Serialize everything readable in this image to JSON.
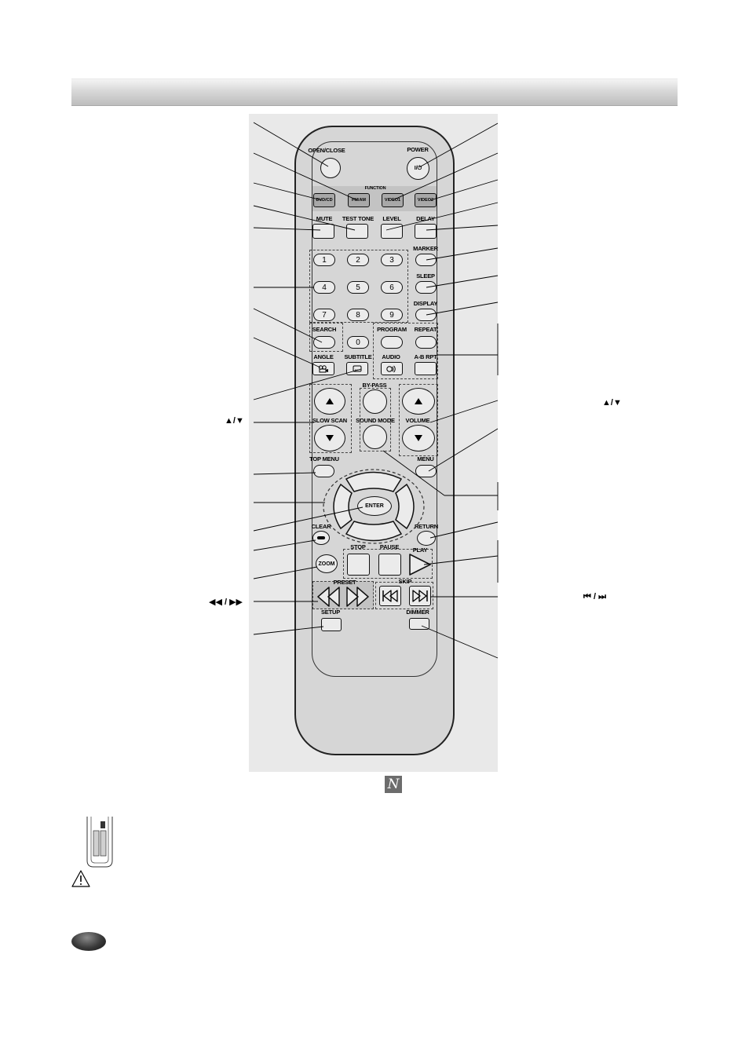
{
  "remote": {
    "open_close": "OPEN/CLOSE",
    "power": "POWER",
    "power_symbol": "I/⏻",
    "function": "FUNCTION",
    "dvd_cd": "DVD/CD",
    "fm_am": "FM/AM",
    "video1": "VIDEO1",
    "video2": "VIDEO2",
    "mute": "MUTE",
    "test_tone": "TEST TONE",
    "level": "LEVEL",
    "delay": "DELAY",
    "marker": "MARKER",
    "sleep": "SLEEP",
    "display": "DISPLAY",
    "digits": [
      "1",
      "2",
      "3",
      "4",
      "5",
      "6",
      "7",
      "8",
      "9",
      "0"
    ],
    "search": "SEARCH",
    "program": "PROGRAM",
    "repeat": "REPEAT",
    "angle": "ANGLE",
    "subtitle": "SUBTITLE",
    "audio": "AUDIO",
    "ab_rpt": "A-B RPT",
    "by_pass": "BY-PASS",
    "slow_scan": "SLOW SCAN",
    "sound_mode": "SOUND MODE",
    "volume": "VOLUME",
    "top_menu": "TOP MENU",
    "menu": "MENU",
    "enter": "ENTER",
    "clear": "CLEAR",
    "return": "RETURN",
    "stop": "STOP",
    "pause": "PAUSE",
    "play": "PLAY",
    "zoom": "ZOOM",
    "preset": "PRESET",
    "skip": "SKIP",
    "setup": "SETUP",
    "dimmer": "DIMMER"
  },
  "annotations": {
    "up_down_left": "▲/▼",
    "up_down_right": "▲/▼",
    "rew_ff": "◀◀ / ▶▶",
    "skip_symbols": "⏮ / ⏭"
  },
  "icons": {
    "note": "N",
    "note_icon": "italic-n-note-icon",
    "warning": "warning-triangle-icon",
    "tab": "page-tab-icon"
  }
}
